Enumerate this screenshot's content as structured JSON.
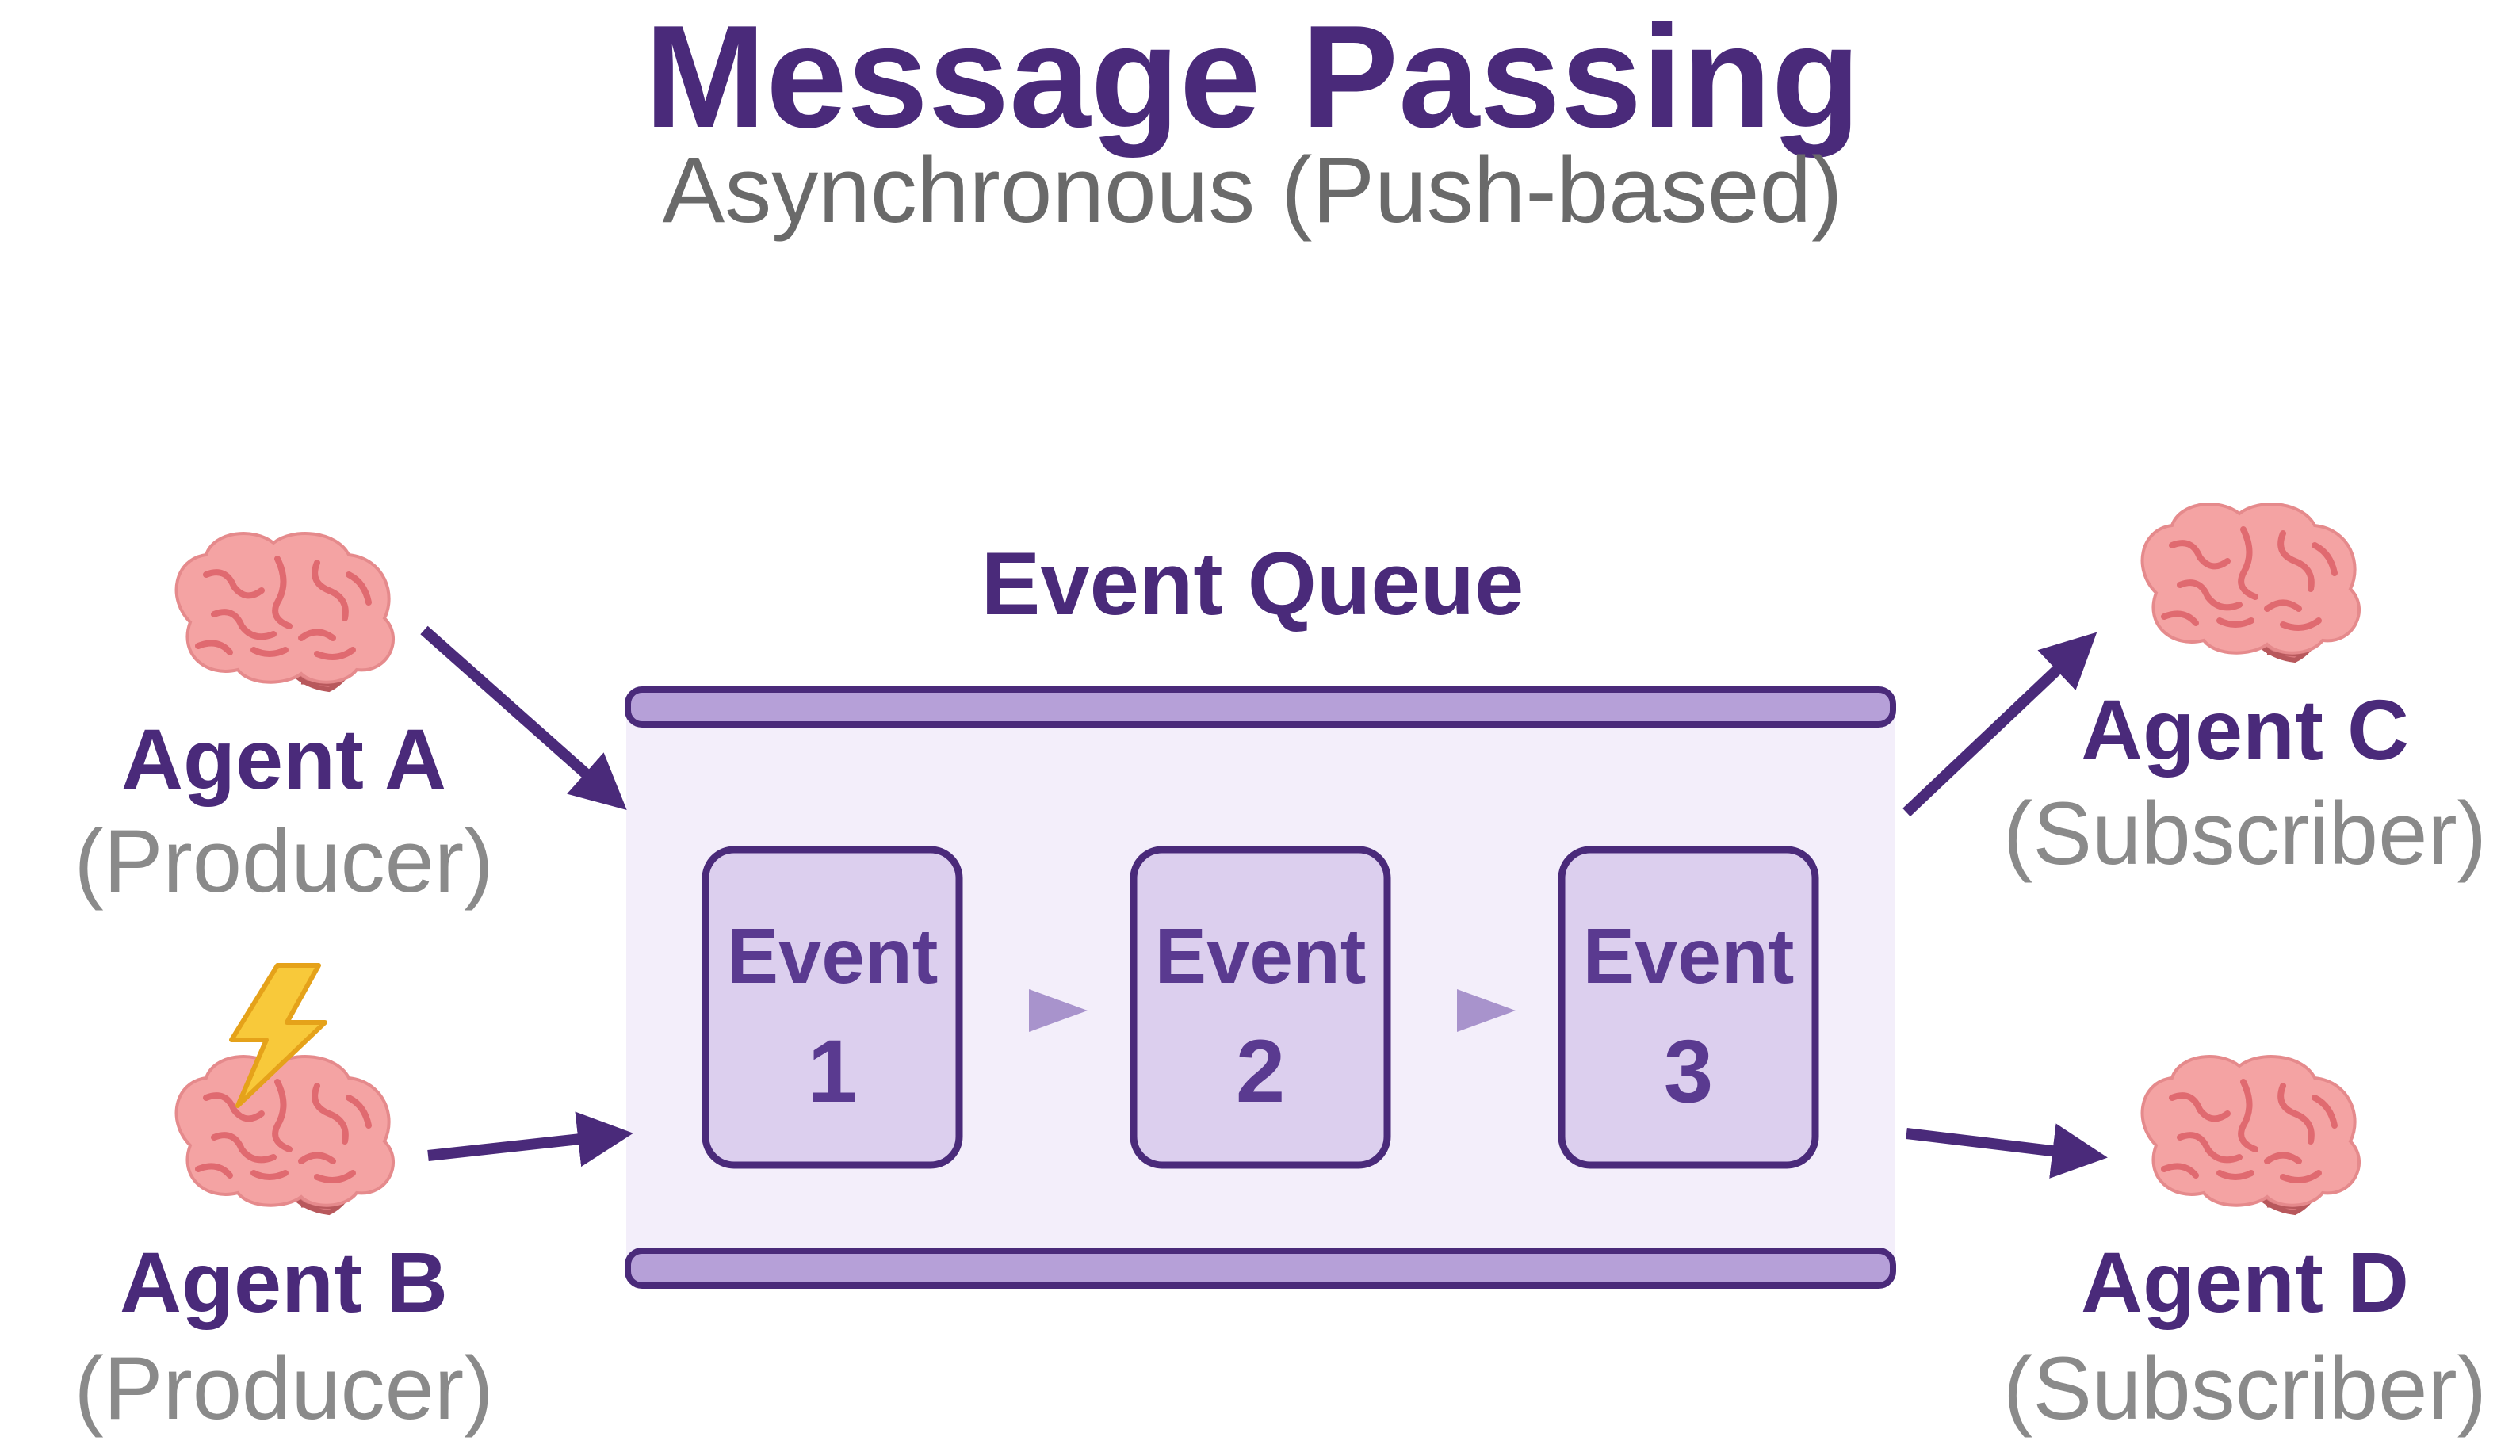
{
  "header": {
    "title": "Message Passing",
    "subtitle": "Asynchronous (Push-based)"
  },
  "queue": {
    "title": "Event Queue",
    "events": [
      {
        "label": "Event",
        "number": "1"
      },
      {
        "label": "Event",
        "number": "2"
      },
      {
        "label": "Event",
        "number": "3"
      }
    ]
  },
  "agents": {
    "a": {
      "name": "Agent A",
      "role": "(Producer)",
      "icon": "brain-icon"
    },
    "b": {
      "name": "Agent B",
      "role": "(Producer)",
      "icon": "brain-icon",
      "badge": "lightning-icon"
    },
    "c": {
      "name": "Agent C",
      "role": "(Subscriber)",
      "icon": "brain-icon"
    },
    "d": {
      "name": "Agent D",
      "role": "(Subscriber)",
      "icon": "brain-icon"
    }
  },
  "colors": {
    "accent": "#4a2a7a",
    "queue_bg": "#f3eefa",
    "rail": "#b6a0d8",
    "event_fill": "#dccfee",
    "brain": "#f2a0a0",
    "muted_text": "#8a8a8a"
  }
}
